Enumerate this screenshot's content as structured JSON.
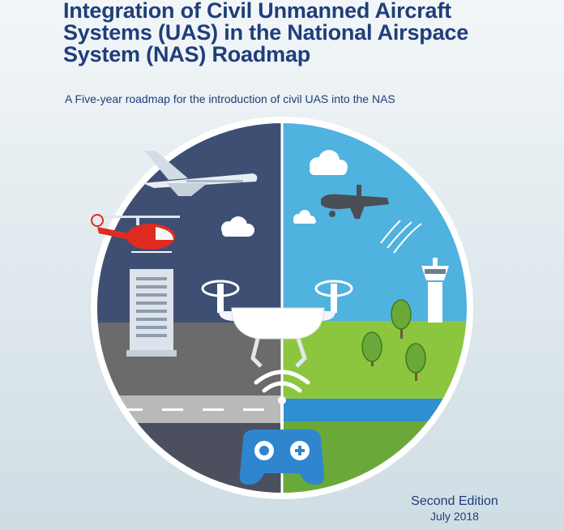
{
  "cover": {
    "title_lines": [
      "Integration of Civil Unmanned Aircraft",
      "Systems (UAS) in the National Airspace",
      "System (NAS) Roadmap"
    ],
    "subtitle": "A Five-year roadmap for the introduction of civil UAS into the NAS",
    "edition": "Second Edition",
    "date": "July 2018"
  },
  "colors": {
    "title_blue": "#1f3e7a",
    "night_sky": "#3f4f73",
    "day_sky": "#4fb2df",
    "grass": "#8cc63f",
    "water": "#2f8fd0",
    "road": "#6b6b6b"
  },
  "icons": [
    "airplane-icon",
    "helicopter-icon",
    "cloud-icon",
    "building-icon",
    "quadcopter-drone-icon",
    "military-drone-icon",
    "control-tower-icon",
    "tree-icon",
    "wifi-signal-icon",
    "remote-controller-icon"
  ]
}
